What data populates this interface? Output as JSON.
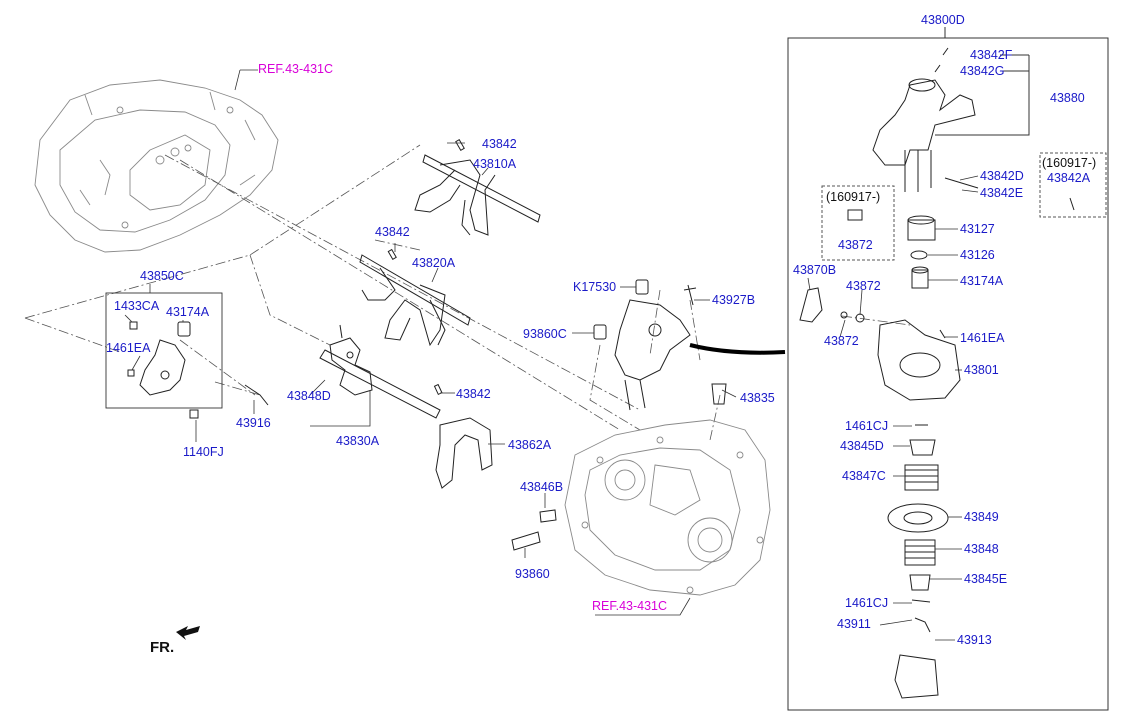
{
  "colors": {
    "part_label": "#1a1ac8",
    "reference_label": "#d800d8",
    "line": "#222222"
  },
  "references": {
    "top_left": "REF.43-431C",
    "bottom": "REF.43-431C"
  },
  "direction": {
    "text": "FR.",
    "icon": "front-direction-arrow-icon"
  },
  "assembly": {
    "header": "43800D"
  },
  "date_notes": {
    "left_box": "(160917-)",
    "right_box": "(160917-)"
  },
  "parts": {
    "p43842F": "43842F",
    "p43842G": "43842G",
    "p43880": "43880",
    "p43842D": "43842D",
    "p43842E": "43842E",
    "p43842A": "43842A",
    "p43872_box": "43872",
    "p43127": "43127",
    "p43126": "43126",
    "p43174A_right": "43174A",
    "p43870B": "43870B",
    "p43872_upper": "43872",
    "p43872_lower": "43872",
    "p1461EA_right": "1461EA",
    "p43801": "43801",
    "p1461CJ_upper": "1461CJ",
    "p43845D": "43845D",
    "p43847C": "43847C",
    "p43849": "43849",
    "p43848": "43848",
    "p43845E": "43845E",
    "p1461CJ_lower": "1461CJ",
    "p43911": "43911",
    "p43913": "43913",
    "p43842_top": "43842",
    "p43810A": "43810A",
    "p43842_mid": "43842",
    "p43820A": "43820A",
    "p43850C": "43850C",
    "p1433CA": "1433CA",
    "p43174A_left": "43174A",
    "p1461EA_left": "1461EA",
    "p43916": "43916",
    "p1140FJ": "1140FJ",
    "p43848D": "43848D",
    "p43830A": "43830A",
    "p43842_low": "43842",
    "p43862A": "43862A",
    "pK17530": "K17530",
    "p43927B": "43927B",
    "p93860C": "93860C",
    "p43835": "43835",
    "p43846B": "43846B",
    "p93860": "93860"
  }
}
